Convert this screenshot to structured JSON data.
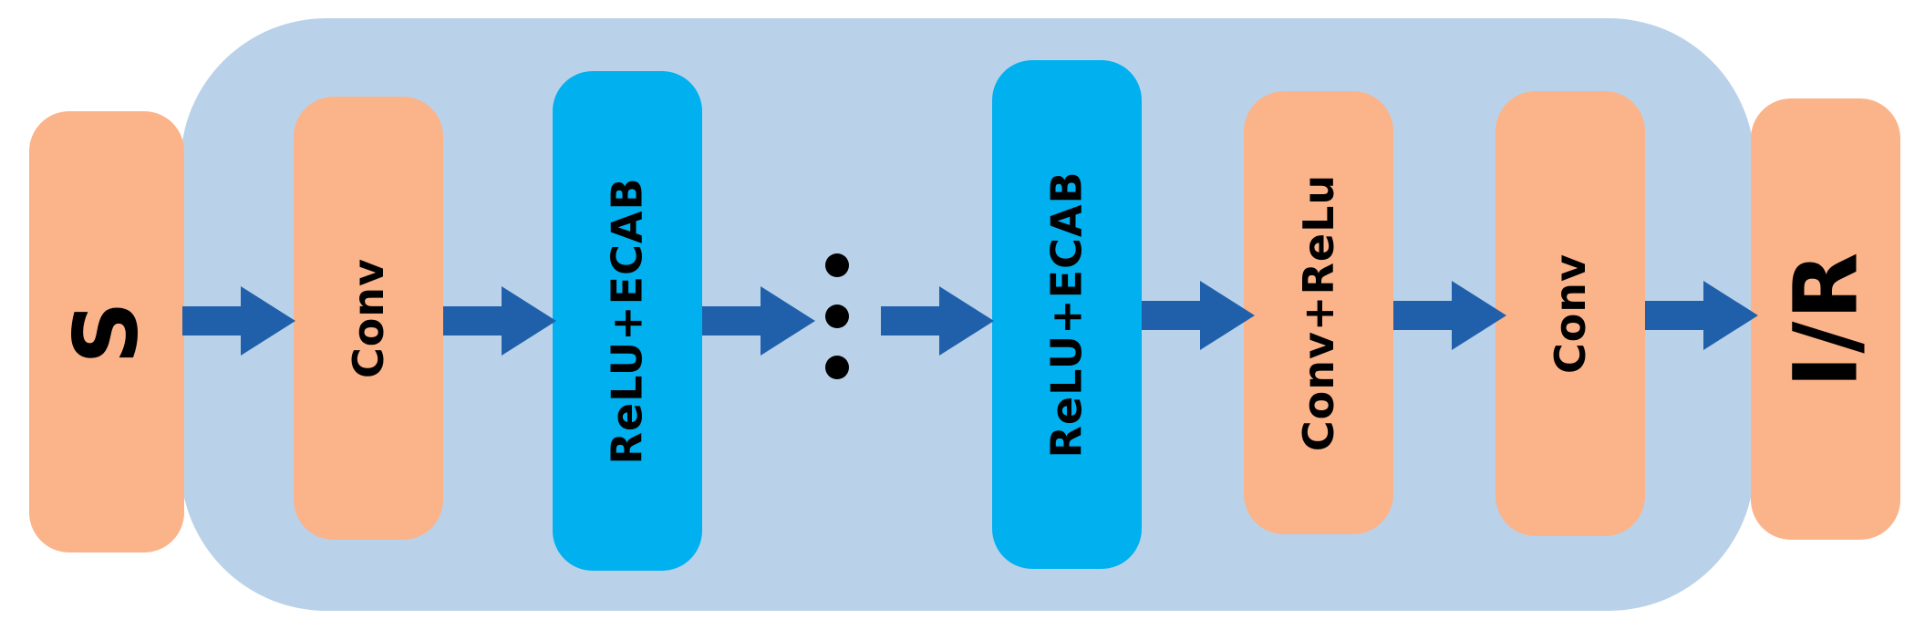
{
  "diagram": {
    "input_label": "S",
    "output_label": "I/R",
    "ellipsis_label": "",
    "blocks": [
      {
        "label": "Conv",
        "color": "#fbb38a"
      },
      {
        "label": "ReLU+ECAB",
        "color": "#00b0ef"
      },
      {
        "label": "ReLU+ECAB",
        "color": "#00b0ef"
      },
      {
        "label": "Conv+ReLu",
        "color": "#fbb38a"
      },
      {
        "label": "Conv",
        "color": "#fbb38a"
      }
    ],
    "colors": {
      "backdrop": "#b9d2ea",
      "io_block": "#fbb38a",
      "arrow": "#2060aa",
      "text": "#000000"
    }
  }
}
